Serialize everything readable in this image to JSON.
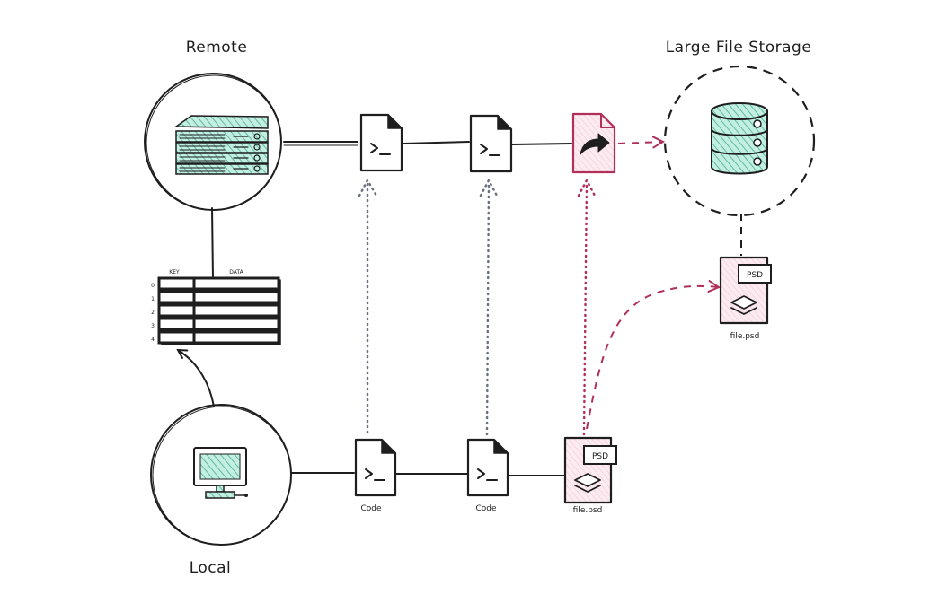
{
  "labels": {
    "remote": "Remote",
    "local": "Local",
    "lfs": "Large File Storage"
  },
  "table": {
    "header_key": "KEY",
    "header_data": "DATA",
    "row_indices": [
      "0",
      "1",
      "2",
      "3",
      "4"
    ]
  },
  "files": {
    "local_code_1": "Code",
    "local_code_2": "Code",
    "local_psd": "file.psd",
    "lfs_psd": "file.psd",
    "psd_badge_local": "PSD",
    "psd_badge_lfs": "PSD"
  },
  "colors": {
    "ink": "#1e1e1e",
    "teal": "#63b8a4",
    "teal_fill": "#c3efe1",
    "accent": "#b0305a",
    "accent_fill": "#fbe8ee",
    "grey_dotted": "#6b717c"
  },
  "icons": {
    "remote": "server-rack-icon",
    "local": "desktop-monitor-icon",
    "lfs": "database-icon",
    "code_file": "terminal-file-icon",
    "pointer_file": "share-arrow-file-icon",
    "psd_file": "layers-file-icon"
  }
}
